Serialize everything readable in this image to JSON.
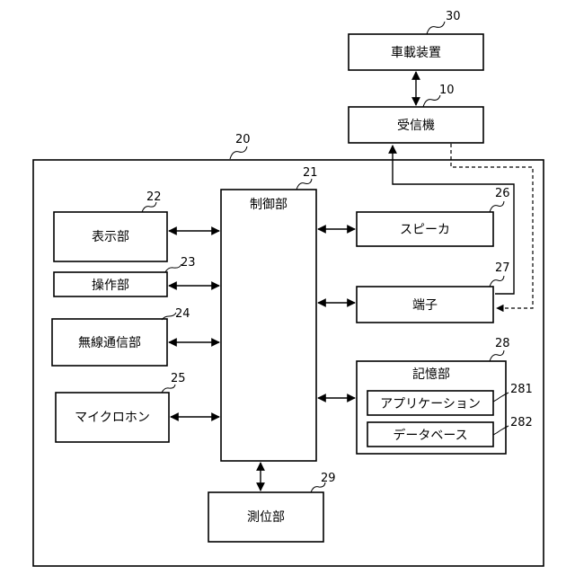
{
  "nodes": {
    "vehicle_device": {
      "label": "車載装置",
      "ref": "30"
    },
    "receiver": {
      "label": "受信機",
      "ref": "10"
    },
    "terminal_device": {
      "ref": "20"
    },
    "control_unit": {
      "label": "制御部",
      "ref": "21"
    },
    "display_unit": {
      "label": "表示部",
      "ref": "22"
    },
    "operation_unit": {
      "label": "操作部",
      "ref": "23"
    },
    "wireless_unit": {
      "label": "無線通信部",
      "ref": "24"
    },
    "microphone": {
      "label": "マイクロホン",
      "ref": "25"
    },
    "speaker": {
      "label": "スピーカ",
      "ref": "26"
    },
    "terminal": {
      "label": "端子",
      "ref": "27"
    },
    "storage_unit": {
      "label": "記憶部",
      "ref": "28"
    },
    "application": {
      "label": "アプリケーション",
      "ref": "281"
    },
    "database": {
      "label": "データベース",
      "ref": "282"
    },
    "positioning_unit": {
      "label": "測位部",
      "ref": "29"
    }
  }
}
